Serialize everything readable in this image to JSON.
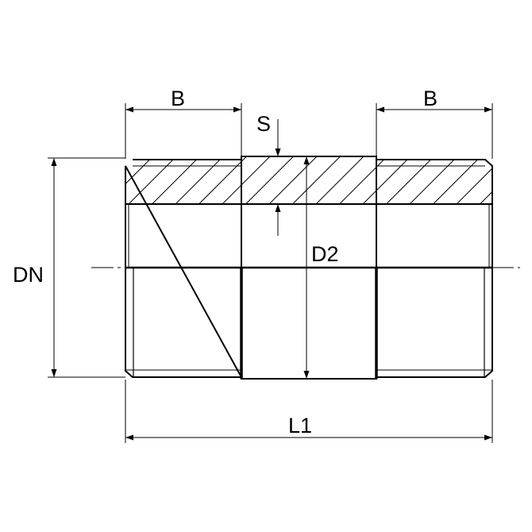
{
  "labels": {
    "b_left": "B",
    "b_right": "B",
    "s": "S",
    "dn": "DN",
    "d2": "D2",
    "l1": "L1"
  },
  "colors": {
    "line": "#000000",
    "background": "#ffffff"
  }
}
